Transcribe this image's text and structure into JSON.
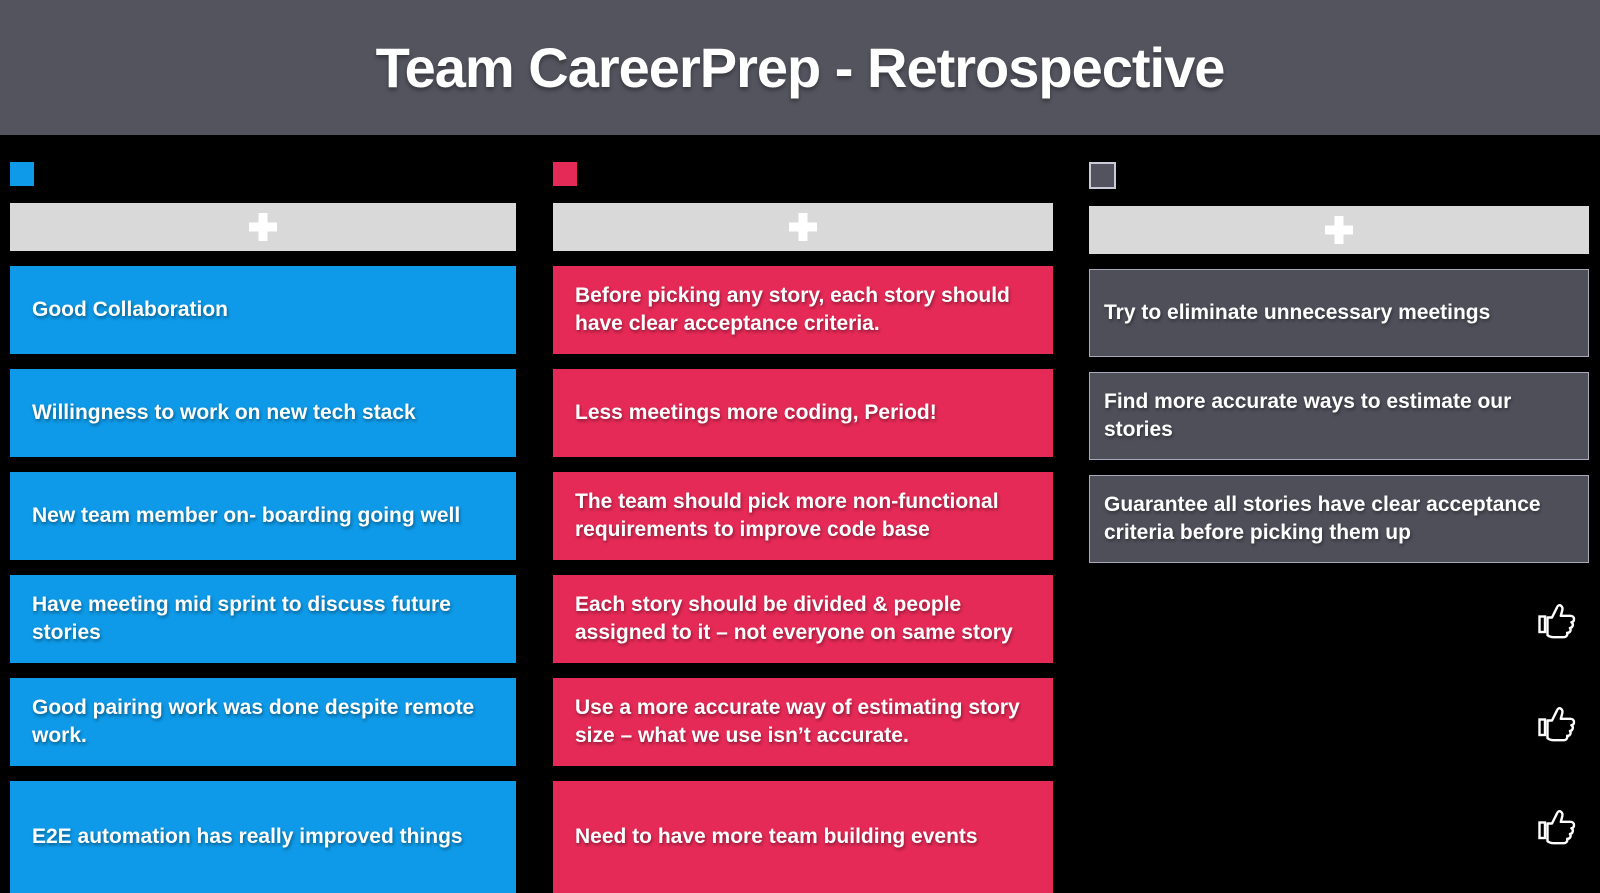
{
  "app": {
    "title": "Team CareerPrep - Retrospective"
  },
  "icons": {
    "add_card": "plus-icon",
    "vote": "thumbs-up-icon"
  },
  "colors": {
    "page_background": "#000000",
    "header_background": "#54545f",
    "add_bar_background": "#d9d9d9",
    "went_well_accent": "#0e9ae8",
    "to_improve_accent": "#e62a57",
    "action_items_accent": "#4f4f5a",
    "swatch_border": "#c9c9da",
    "card_text": "#ffffff"
  },
  "columns": [
    {
      "name": "went-well",
      "accent": "#0e9ae8",
      "cards": [
        "Good Collaboration",
        "Willingness to work on new tech stack",
        "New team member on- boarding going well",
        "Have meeting mid sprint to discuss future stories",
        "Good pairing work was done despite remote work.",
        "E2E automation has really improved things"
      ]
    },
    {
      "name": "to-improve",
      "accent": "#e62a57",
      "cards": [
        "Before picking any story, each story should have clear acceptance criteria.",
        "Less meetings more coding, Period!",
        "The team should pick more non-functional requirements to improve code base",
        "Each story should be divided & people assigned to it – not everyone on same story",
        "Use a more accurate way of estimating story size – what we use isn’t accurate.",
        "Need to have more team building events"
      ]
    },
    {
      "name": "action-items",
      "accent": "#4f4f5a",
      "cards": [
        "Try to eliminate unnecessary meetings",
        "Find more accurate ways to estimate our stories",
        "Guarantee all stories have clear acceptance criteria before picking them up"
      ],
      "votes": 3
    }
  ]
}
